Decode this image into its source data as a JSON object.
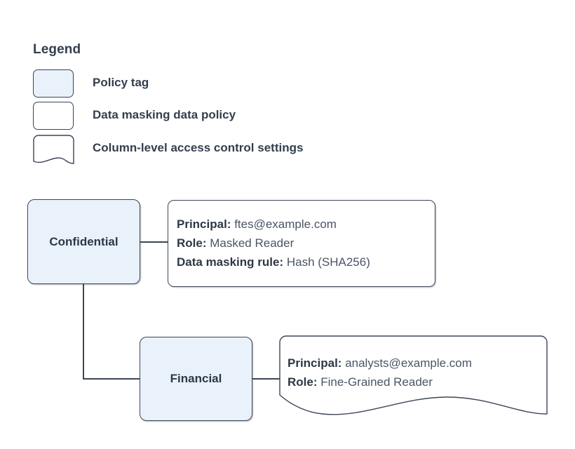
{
  "legend": {
    "title": "Legend",
    "items": [
      {
        "shape": "rounded-rect-filled",
        "label": "Policy tag"
      },
      {
        "shape": "rounded-rect",
        "label": "Data masking data policy"
      },
      {
        "shape": "wavy-bottom-rect",
        "label": "Column-level access control settings"
      }
    ]
  },
  "diagram": {
    "nodes": [
      {
        "id": "confidential",
        "label": "Confidential",
        "type": "policy-tag"
      },
      {
        "id": "financial",
        "label": "Financial",
        "type": "policy-tag"
      }
    ],
    "cards": [
      {
        "id": "masking-policy",
        "type": "data-masking-data-policy",
        "lines": [
          {
            "key": "Principal:",
            "value": " ftes@example.com"
          },
          {
            "key": "Role:",
            "value": " Masked Reader"
          },
          {
            "key": "Data masking rule:",
            "value": " Hash (SHA256)"
          }
        ]
      },
      {
        "id": "access-control",
        "type": "column-level-access-control-settings",
        "lines": [
          {
            "key": "Principal:",
            "value": " analysts@example.com"
          },
          {
            "key": "Role:",
            "value": " Fine-Grained Reader"
          }
        ]
      }
    ],
    "edges": [
      {
        "from": "confidential",
        "to": "masking-policy"
      },
      {
        "from": "confidential",
        "to": "financial"
      },
      {
        "from": "financial",
        "to": "access-control"
      }
    ]
  },
  "colors": {
    "tag_fill": "#e9f1fb",
    "stroke": "#3c4657",
    "text": "#2d3846",
    "value_text": "#4a5566",
    "background": "#ffffff"
  }
}
